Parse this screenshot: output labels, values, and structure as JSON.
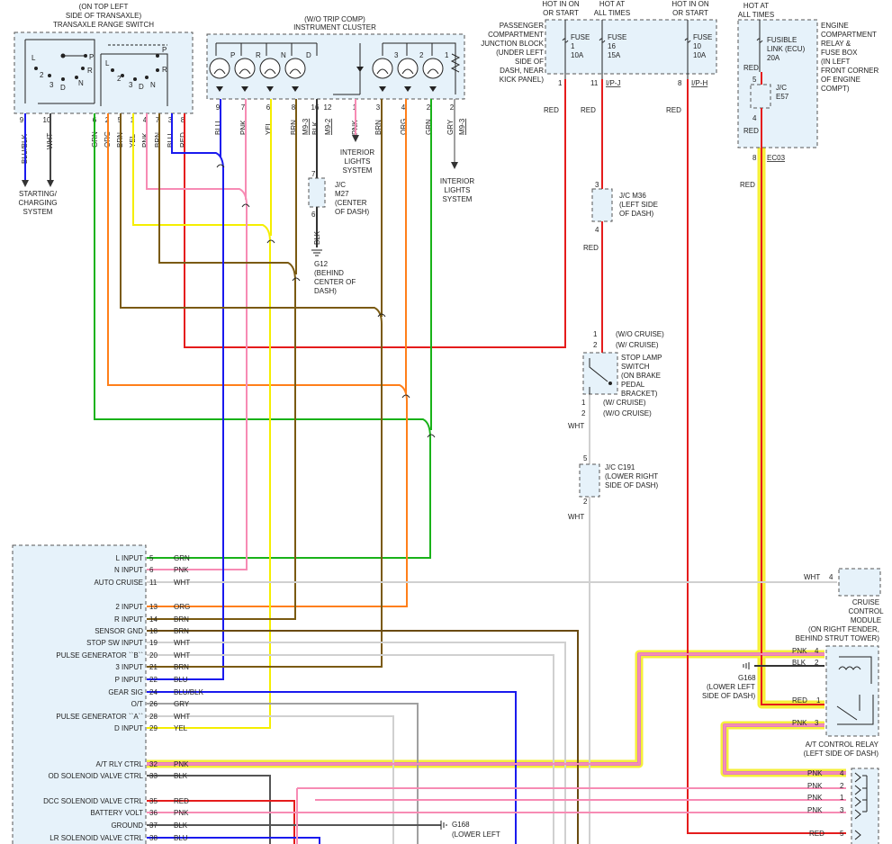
{
  "colors": {
    "GRN": "#19b219",
    "PNK": "#f78bb4",
    "YEL": "#f5ee00",
    "BRN": "#7a5a12",
    "BLU": "#1a1aee",
    "ORG": "#ff7f1a",
    "RED": "#e51c1c",
    "BLK": "#333333",
    "WHT": "#d0d0d0",
    "GRY": "#a0a0a0",
    "DKBRN": "#6a4a10",
    "highlight": "#f6ef3a",
    "box_fill": "#e6f2fa"
  },
  "range_switch": {
    "title": [
      "(ON TOP LEFT",
      "SIDE OF TRANSAXLE)",
      "TRANSAXLE RANGE SWITCH"
    ],
    "letters": [
      "L",
      "2",
      "3",
      "D",
      "N",
      "R",
      "P",
      "L",
      "2",
      "3",
      "D",
      "N",
      "R",
      "P"
    ],
    "pins": [
      "9",
      "10",
      "6",
      "2",
      "5",
      "1",
      "4",
      "7",
      "3",
      "8"
    ],
    "wires": [
      "BLU/BLK",
      "WHT",
      "GRN",
      "ORG",
      "BRN",
      "YEL",
      "PNK",
      "BRN",
      "BLU",
      "RED"
    ]
  },
  "starting_label": [
    "STARTING/",
    "CHARGING",
    "SYSTEM"
  ],
  "cluster": {
    "title": [
      "(W/O TRIP COMP)",
      "INSTRUMENT CLUSTER"
    ],
    "lamps": [
      "P",
      "R",
      "N",
      "D",
      "R",
      "3",
      "2",
      "1"
    ],
    "pins": [
      "9",
      "7",
      "6",
      "8",
      "16",
      "12",
      "1",
      "3",
      "4",
      "2",
      "2"
    ],
    "wires": [
      "BLU",
      "PNK",
      "YEL",
      "BRN",
      "BLK",
      "PNK",
      "BRN",
      "ORG",
      "GRN",
      "GRY"
    ],
    "connectors": [
      "M9-3",
      "M9-2",
      "M9-3"
    ]
  },
  "interior_lights": [
    "INTERIOR",
    "LIGHTS",
    "SYSTEM"
  ],
  "jc_m27": {
    "lines": [
      "J/C",
      "M27",
      "(CENTER",
      "OF DASH)"
    ],
    "pins": [
      "7",
      "6"
    ],
    "wire": "BLK",
    "ground": [
      "G12",
      "(BEHIND",
      "CENTER OF",
      "DASH)"
    ]
  },
  "fuse_block": {
    "labels": [
      "PASSENGER",
      "COMPARTMENT",
      "JUNCTION BLOCK",
      "(UNDER LEFT",
      "SIDE OF",
      "DASH, NEAR",
      "KICK PANEL)"
    ],
    "headers": [
      [
        "HOT IN ON",
        "OR START"
      ],
      [
        "HOT AT",
        "ALL TIMES"
      ],
      [
        "HOT IN ON",
        "OR START"
      ]
    ],
    "fuses": [
      [
        "FUSE",
        "1",
        "10A"
      ],
      [
        "FUSE",
        "16",
        "15A"
      ],
      [
        "FUSE",
        "10",
        "10A"
      ]
    ],
    "pins": [
      "1",
      "11",
      "8"
    ],
    "connectors": [
      "I/P-J",
      "I/P-H"
    ],
    "wires": [
      "RED",
      "RED",
      "RED"
    ]
  },
  "relay_box": {
    "header": [
      "HOT AT",
      "ALL TIMES"
    ],
    "link": [
      "FUSIBLE",
      "LINK (ECU)",
      "20A"
    ],
    "labels": [
      "ENGINE",
      "COMPARTMENT",
      "RELAY &",
      "FUSE BOX",
      "(IN LEFT",
      "FRONT CORNER",
      "OF ENGINE",
      "COMPT)"
    ],
    "jc": [
      "J/C",
      "E57"
    ],
    "pins": [
      "5",
      "4",
      "8"
    ],
    "wires": [
      "RED",
      "RED",
      "RED"
    ],
    "connector": "EC03"
  },
  "jc_m36": {
    "lines": [
      "J/C M36",
      "(LEFT SIDE",
      "OF DASH)"
    ],
    "pins": [
      "3",
      "4"
    ],
    "wire": "RED"
  },
  "stop_lamp": {
    "top_notes": [
      "(W/O CRUISE)",
      "(W/ CRUISE)"
    ],
    "lines": [
      "STOP LAMP",
      "SWITCH",
      "(ON BRAKE",
      "PEDAL",
      "BRACKET)"
    ],
    "bottom_notes": [
      "(W/ CRUISE)",
      "(W/O CRUISE)"
    ],
    "pins": [
      "1",
      "2",
      "1",
      "2"
    ],
    "wire": "WHT"
  },
  "jc_c191": {
    "lines": [
      "J/C C191",
      "(LOWER RIGHT",
      "SIDE OF DASH)"
    ],
    "pins": [
      "5",
      "2"
    ],
    "wire": "WHT"
  },
  "ecu": {
    "inputs": [
      {
        "label": "L INPUT",
        "pin": "5",
        "wire": "GRN"
      },
      {
        "label": "N INPUT",
        "pin": "6",
        "wire": "PNK"
      },
      {
        "label": "AUTO CRUISE",
        "pin": "11",
        "wire": "WHT"
      },
      {
        "label": "2 INPUT",
        "pin": "13",
        "wire": "ORG"
      },
      {
        "label": "R INPUT",
        "pin": "14",
        "wire": "BRN"
      },
      {
        "label": "SENSOR GND",
        "pin": "18",
        "wire": "BRN"
      },
      {
        "label": "STOP SW INPUT",
        "pin": "19",
        "wire": "WHT"
      },
      {
        "label": "PULSE GENERATOR ``B``",
        "pin": "20",
        "wire": "WHT"
      },
      {
        "label": "3 INPUT",
        "pin": "21",
        "wire": "BRN"
      },
      {
        "label": "P INPUT",
        "pin": "22",
        "wire": "BLU"
      },
      {
        "label": "GEAR SIG",
        "pin": "24",
        "wire": "BLU/BLK"
      },
      {
        "label": "O/T",
        "pin": "26",
        "wire": "GRY"
      },
      {
        "label": "PULSE GENERATOR ``A``",
        "pin": "28",
        "wire": "WHT"
      },
      {
        "label": "D INPUT",
        "pin": "29",
        "wire": "YEL"
      },
      {
        "label": "A/T RLY CTRL",
        "pin": "32",
        "wire": "PNK"
      },
      {
        "label": "OD SOLENOID VALVE CTRL",
        "pin": "33",
        "wire": "BLK"
      },
      {
        "label": "DCC SOLENOID VALVE CTRL",
        "pin": "35",
        "wire": "RED"
      },
      {
        "label": "BATTERY VOLT",
        "pin": "36",
        "wire": "PNK"
      },
      {
        "label": "GROUND",
        "pin": "37",
        "wire": "BLK"
      },
      {
        "label": "LR SOLENOID VALVE CTRL",
        "pin": "38",
        "wire": "BLU"
      }
    ]
  },
  "g168_bottom": {
    "lines": [
      "G168",
      "(LOWER LEFT"
    ]
  },
  "cruise_module": {
    "pin": "4",
    "wire": "WHT",
    "lines": [
      "CRUISE",
      "CONTROL",
      "MODULE",
      "(ON RIGHT FENDER,",
      "BEHIND STRUT TOWER)"
    ]
  },
  "at_relay": {
    "pins": [
      "4",
      "2",
      "1",
      "3"
    ],
    "wires": [
      "PNK",
      "BLK",
      "RED",
      "PNK"
    ],
    "ground": [
      "G168",
      "(LOWER LEFT",
      "SIDE OF DASH)"
    ],
    "lines": [
      "A/T CONTROL RELAY",
      "(LEFT SIDE OF DASH)"
    ]
  },
  "bottom_connector": {
    "pins": [
      "4",
      "2",
      "1",
      "3",
      "5"
    ],
    "wires": [
      "PNK",
      "PNK",
      "PNK",
      "PNK",
      "RED"
    ]
  }
}
